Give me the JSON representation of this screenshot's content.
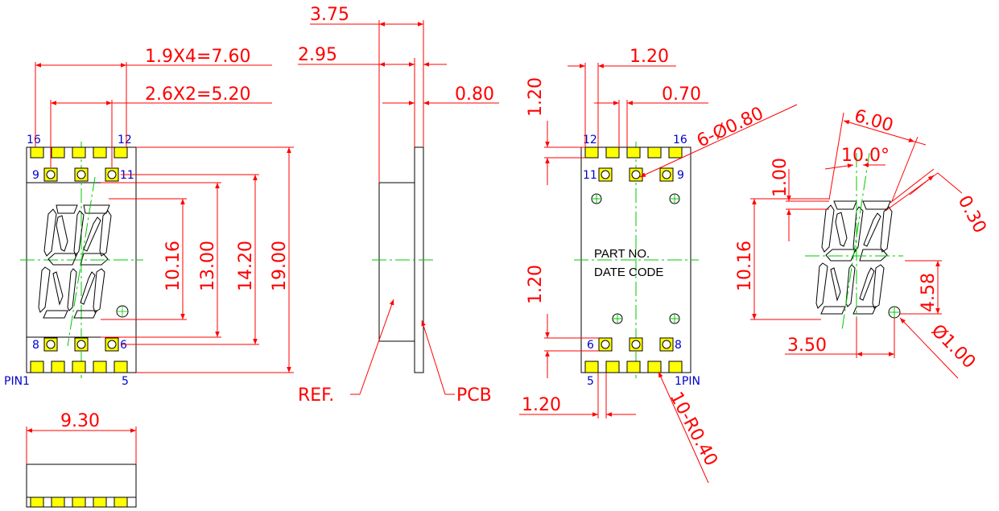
{
  "colors": {
    "dimension": "#ff0000",
    "outline": "#000000",
    "center": "#00c800",
    "pad": "#ffff00",
    "pin_label": "#0000cc"
  },
  "front_view": {
    "dim_1_9x4": "1.9X4=7.60",
    "dim_2_6x2": "2.6X2=5.20",
    "dim_10_16": "10.16",
    "dim_13_00": "13.00",
    "dim_14_20": "14.20",
    "dim_19_00": "19.00",
    "pins": {
      "p16": "16",
      "p12": "12",
      "p9": "9",
      "p11": "11",
      "p8": "8",
      "p6": "6",
      "pin1": "PIN1",
      "p5": "5"
    }
  },
  "side_view": {
    "dim_3_75": "3.75",
    "dim_2_95": "2.95",
    "dim_0_80": "0.80",
    "ref_label": "REF.",
    "pcb_label": "PCB"
  },
  "bottom_view": {
    "dim_9_30": "9.30"
  },
  "rear_view": {
    "dim_1_20_top": "1.20",
    "dim_1_20_left_top": "1.20",
    "dim_0_70": "0.70",
    "dim_6_phi": "6-Ø0.80",
    "dim_1_20_left_mid": "1.20",
    "dim_1_20_bottom": "1.20",
    "dim_10_r": "10-R0.40",
    "part_no": "PART NO.",
    "date_code": "DATE CODE",
    "pins": {
      "p12": "12",
      "p16": "16",
      "p11": "11",
      "p9": "9",
      "p6": "6",
      "p8": "8",
      "p5": "5",
      "pin1": "1PIN"
    }
  },
  "segment_view": {
    "dim_6_00": "6.00",
    "dim_10_deg": "10.0°",
    "dim_1_00": "1.00",
    "dim_0_30": "0.30",
    "dim_10_16": "10.16",
    "dim_4_58": "4.58",
    "dim_3_50": "3.50",
    "dim_phi_1_00": "Ø1.00"
  }
}
